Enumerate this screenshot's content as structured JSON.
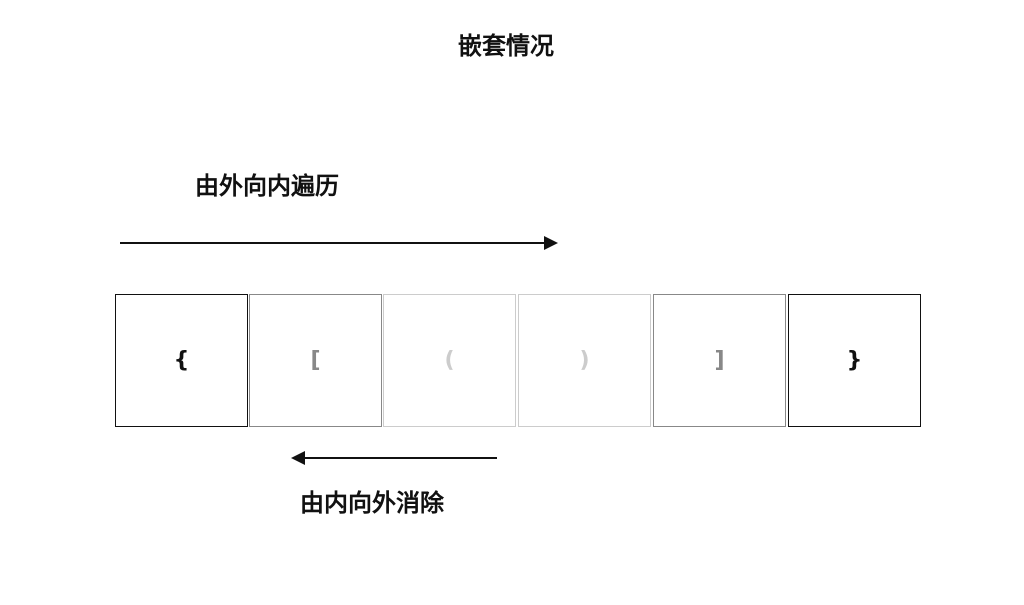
{
  "title": "嵌套情况",
  "top_label": "由外向内遍历",
  "bottom_label": "由内向外消除",
  "cells": [
    {
      "char": "{",
      "color": "#111111"
    },
    {
      "char": "[",
      "color": "#888888"
    },
    {
      "char": "(",
      "color": "#cccccc"
    },
    {
      "char": ")",
      "color": "#cccccc"
    },
    {
      "char": "]",
      "color": "#888888"
    },
    {
      "char": "}",
      "color": "#111111"
    }
  ]
}
